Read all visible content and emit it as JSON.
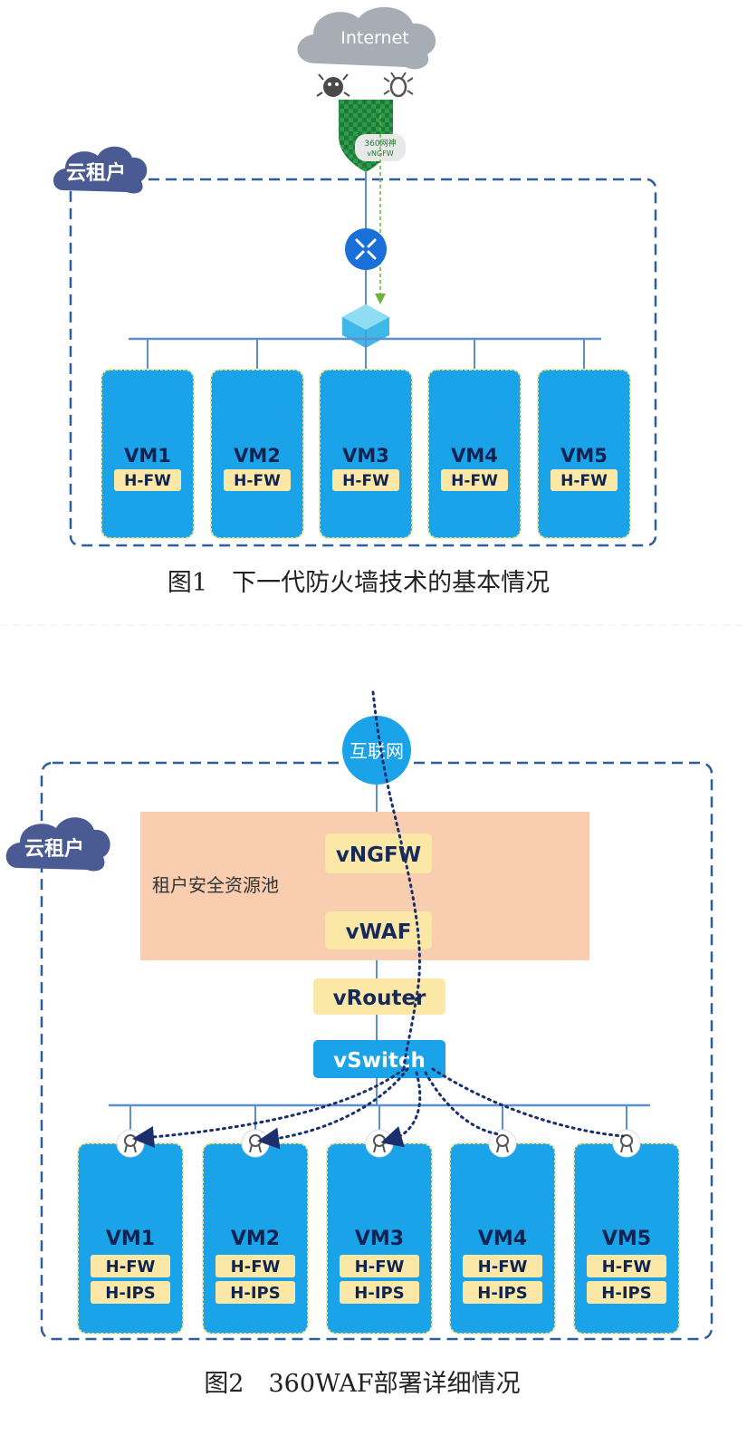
{
  "figure1": {
    "cloud_label": "Internet",
    "firewall_label": "360网神",
    "firewall_sublabel": "vNGFW",
    "tenant_label": "云租户",
    "vms": [
      {
        "name": "VM1",
        "tags": [
          "H-FW"
        ]
      },
      {
        "name": "VM2",
        "tags": [
          "H-FW"
        ]
      },
      {
        "name": "VM3",
        "tags": [
          "H-FW"
        ]
      },
      {
        "name": "VM4",
        "tags": [
          "H-FW"
        ]
      },
      {
        "name": "VM5",
        "tags": [
          "H-FW"
        ]
      }
    ],
    "caption": "图1　下一代防火墙技术的基本情况"
  },
  "figure2": {
    "internet_label": "互联网",
    "tenant_label": "云租户",
    "pool_label": "租户安全资源池",
    "pool_items": [
      "vNGFW",
      "vWAF"
    ],
    "router_label": "vRouter",
    "switch_label": "vSwitch",
    "vms": [
      {
        "name": "VM1",
        "tags": [
          "H-FW",
          "H-IPS"
        ]
      },
      {
        "name": "VM2",
        "tags": [
          "H-FW",
          "H-IPS"
        ]
      },
      {
        "name": "VM3",
        "tags": [
          "H-FW",
          "H-IPS"
        ]
      },
      {
        "name": "VM4",
        "tags": [
          "H-FW",
          "H-IPS"
        ]
      },
      {
        "name": "VM5",
        "tags": [
          "H-FW",
          "H-IPS"
        ]
      }
    ],
    "caption": "图2　360WAF部署详细情况"
  },
  "colors": {
    "vm_fill": "#1aa3e8",
    "tag_fill": "#fbe7a6",
    "dash_border": "#2f5c9a",
    "bus_line": "#5b8fd0",
    "pool_fill": "#f8cdb0",
    "tenant_cloud": "#4a5a92",
    "internet_cloud": "#a7adb5",
    "dotted_path": "#1a2f6b"
  }
}
